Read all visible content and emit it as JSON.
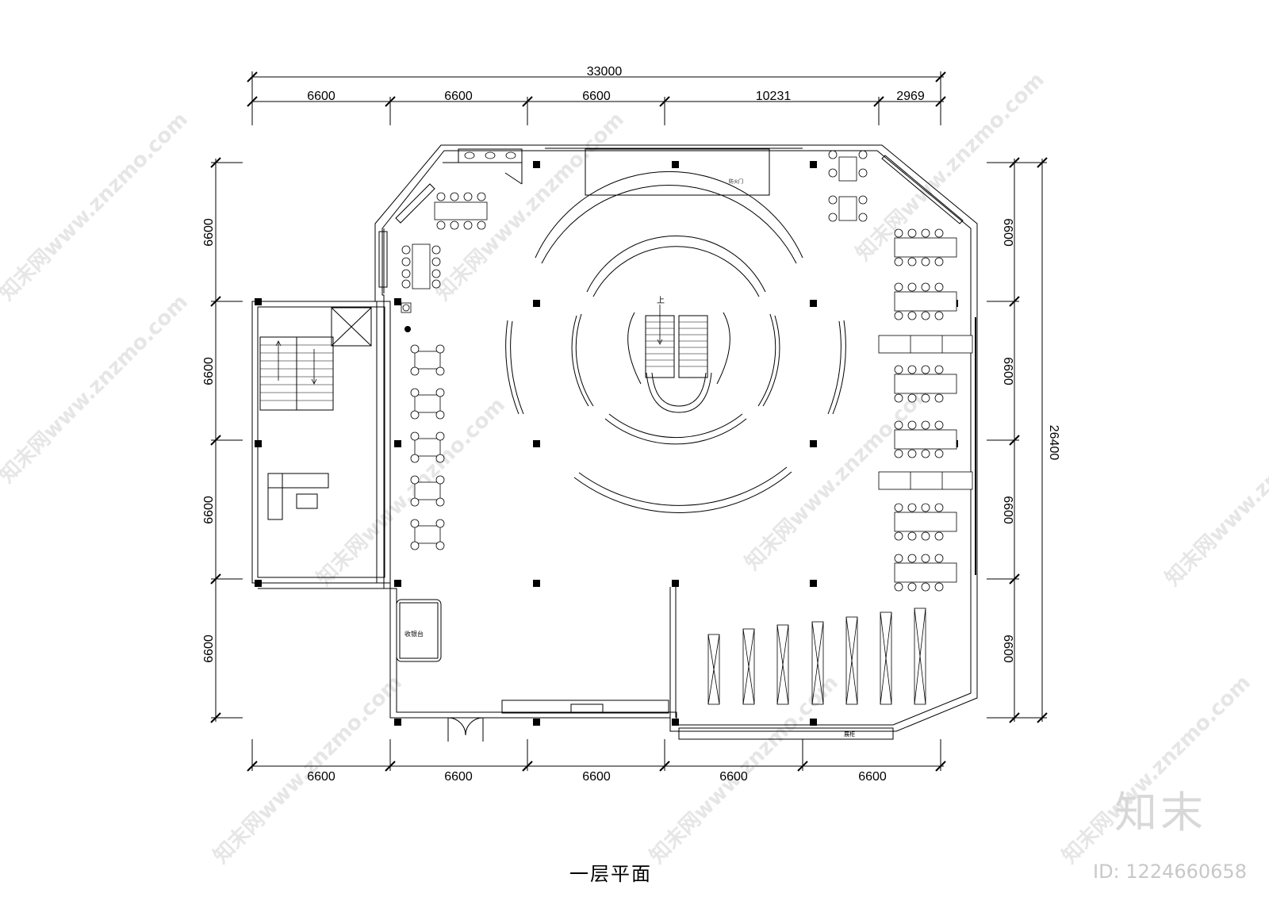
{
  "drawing": {
    "title": "一层平面",
    "overall_width": "33000",
    "overall_height": "26400",
    "top_dims": [
      "6600",
      "6600",
      "6600",
      "10231",
      "2969"
    ],
    "bottom_dims": [
      "6600",
      "6600",
      "6600",
      "6600",
      "6600"
    ],
    "left_dims": [
      "6600",
      "6600",
      "6600",
      "6600"
    ],
    "right_dims": [
      "6600",
      "6600",
      "6600",
      "6600"
    ],
    "labels": {
      "cashier": "收银台",
      "stair_up": "上",
      "door_note": "防火门",
      "counter_note": "展柜"
    }
  },
  "branding": {
    "logo": "知末",
    "image_id": "ID: 1224660658",
    "watermark": "知末网www.znzmo.com"
  }
}
